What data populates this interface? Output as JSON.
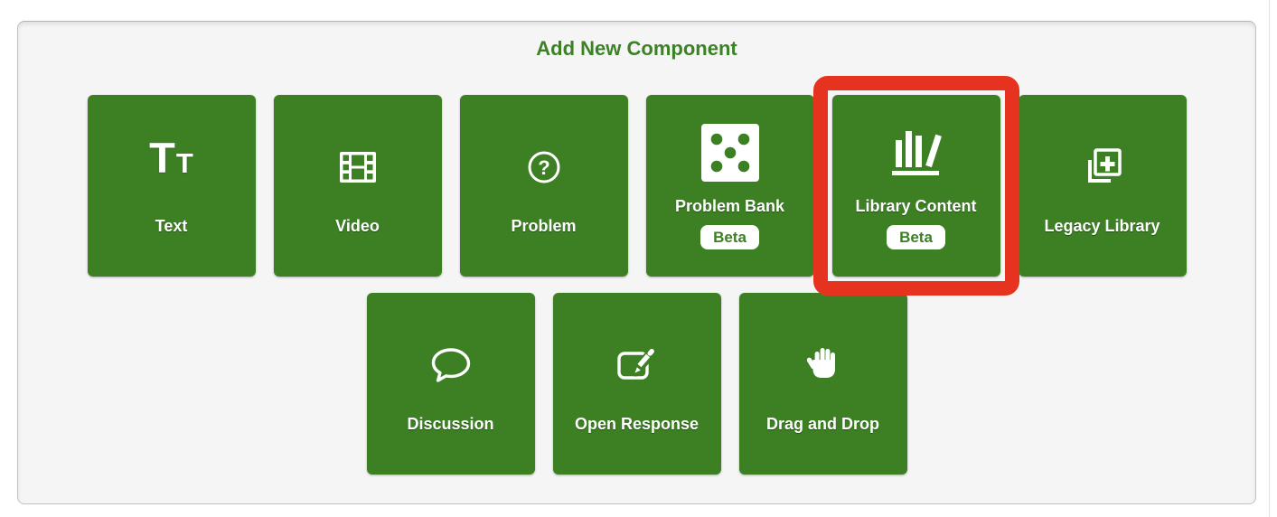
{
  "panel": {
    "title": "Add New Component"
  },
  "colors": {
    "tile_green": "#3d8024",
    "title_green": "#3c8126",
    "highlight_red": "#e63320",
    "panel_background": "#f5f5f5",
    "panel_border": "#c2c2c2",
    "badge_background": "#ffffff",
    "badge_text_green": "#3d8024",
    "tile_text": "#ffffff"
  },
  "icons": {
    "text_big": "T",
    "text_small": "T",
    "problem_mark": "?"
  },
  "components": {
    "row1": [
      {
        "label": "Text",
        "icon": "text-icon"
      },
      {
        "label": "Video",
        "icon": "video-icon"
      },
      {
        "label": "Problem",
        "icon": "problem-icon"
      },
      {
        "label": "Problem Bank",
        "icon": "problem-bank-icon",
        "badge": "Beta"
      },
      {
        "label": "Library Content",
        "icon": "library-content-icon",
        "badge": "Beta",
        "highlighted": true
      },
      {
        "label": "Legacy Library",
        "icon": "legacy-library-icon"
      }
    ],
    "row2": [
      {
        "label": "Discussion",
        "icon": "discussion-icon"
      },
      {
        "label": "Open Response",
        "icon": "open-response-icon"
      },
      {
        "label": "Drag and Drop",
        "icon": "drag-and-drop-icon"
      }
    ]
  }
}
